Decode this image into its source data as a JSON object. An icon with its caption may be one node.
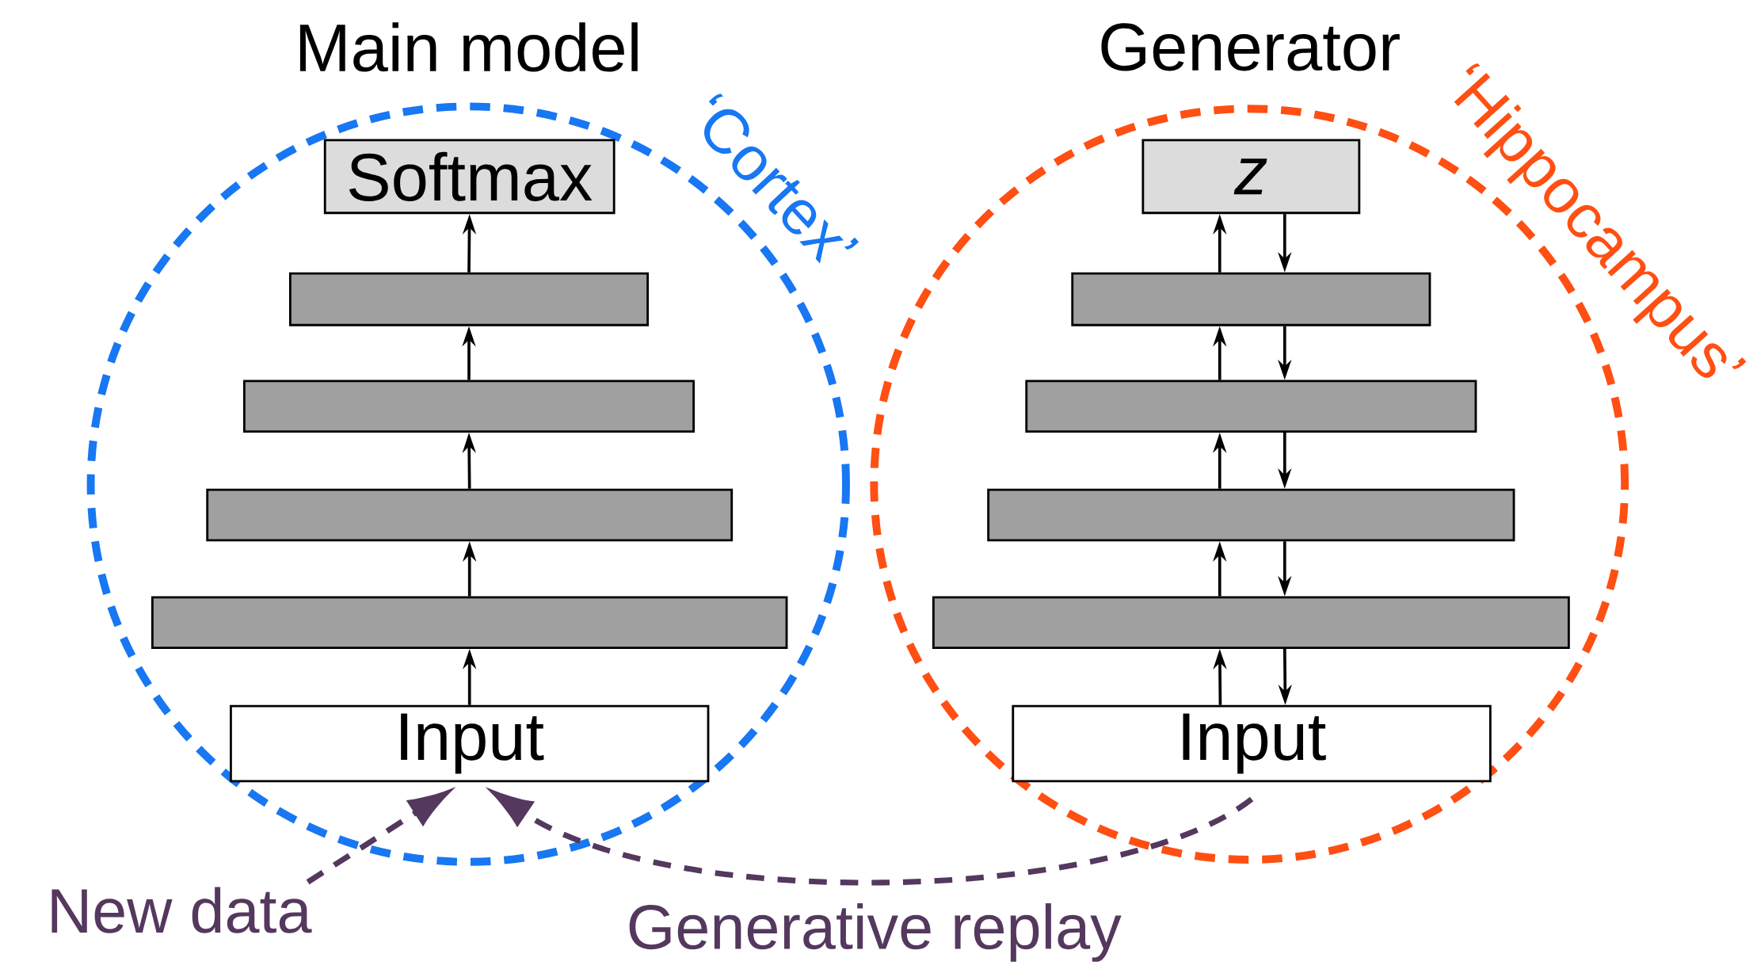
{
  "diagram": {
    "nodes": [
      {
        "text": [
          "Main model",
          "‘Cortex’"
        ]
      },
      {
        "text": [
          "Softmax"
        ],
        "in": 0
      },
      {
        "text": [],
        "shape": "box",
        "in": 0
      },
      {
        "text": [],
        "shape": "box",
        "in": 0
      },
      {
        "text": [],
        "shape": "box",
        "in": 0
      },
      {
        "text": [],
        "shape": "box",
        "in": 0
      },
      {
        "text": [
          "Input"
        ],
        "in": 0
      },
      {
        "text": [
          "Generator",
          "‘Hippocampus’"
        ]
      },
      {
        "text": [
          "z"
        ],
        "in": 7
      },
      {
        "text": [],
        "shape": "box",
        "in": 7
      },
      {
        "text": [],
        "shape": "box",
        "in": 7
      },
      {
        "text": [],
        "shape": "box",
        "in": 7
      },
      {
        "text": [],
        "shape": "box",
        "in": 7
      },
      {
        "text": [
          "Input"
        ],
        "in": 7
      },
      {
        "text": [
          "New data"
        ]
      }
    ],
    "edges": [
      {
        "from": 6,
        "to": 5,
        "arrow": "to"
      },
      {
        "from": 5,
        "to": 4,
        "arrow": "to"
      },
      {
        "from": 4,
        "to": 3,
        "arrow": "to"
      },
      {
        "from": 3,
        "to": 2,
        "arrow": "to"
      },
      {
        "from": 2,
        "to": 1,
        "arrow": "to"
      },
      {
        "from": 13,
        "to": 12,
        "arrow": "to"
      },
      {
        "from": 12,
        "to": 11,
        "arrow": "to"
      },
      {
        "from": 11,
        "to": 10,
        "arrow": "to"
      },
      {
        "from": 10,
        "to": 9,
        "arrow": "to"
      },
      {
        "from": 9,
        "to": 8,
        "arrow": "to"
      },
      {
        "from": 8,
        "to": 9,
        "arrow": "to"
      },
      {
        "from": 9,
        "to": 10,
        "arrow": "to"
      },
      {
        "from": 10,
        "to": 11,
        "arrow": "to"
      },
      {
        "from": 11,
        "to": 12,
        "arrow": "to"
      },
      {
        "from": 12,
        "to": 13,
        "arrow": "to"
      },
      {
        "from": 14,
        "to": 6,
        "arrow": "to",
        "style": "dashed",
        "color": "#54385e"
      },
      {
        "from": 13,
        "to": 6,
        "arrow": "to",
        "style": "dashed",
        "color": "#54385e",
        "label": "Generative replay"
      }
    ]
  }
}
